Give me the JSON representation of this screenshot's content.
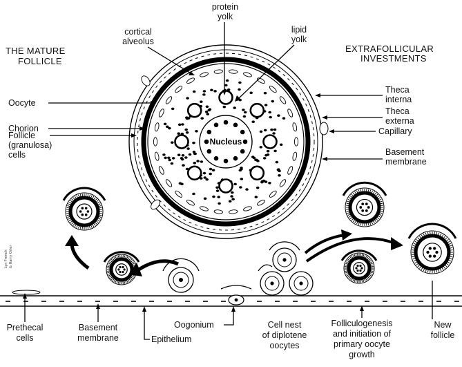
{
  "headings": {
    "mature_follicle": [
      "THE MATURE",
      "FOLLICLE"
    ],
    "extrafollicular": [
      "EXTRAFOLLICULAR",
      "INVESTMENTS"
    ]
  },
  "labels": {
    "protein_yolk": [
      "protein",
      "yolk"
    ],
    "cortical_alveolus": [
      "cortical",
      "alveolus"
    ],
    "lipid_yolk": [
      "lipid",
      "yolk"
    ],
    "oocyte": "Oocyte",
    "chorion": "Chorion",
    "follicle_cells": [
      "Follicle",
      "(granulosa)",
      "cells"
    ],
    "nucleus": "Nucleus",
    "theca_interna": [
      "Theca",
      "interna"
    ],
    "theca_externa": [
      "Theca",
      "externa"
    ],
    "capillary": "Capillary",
    "basement_membrane_right": [
      "Basement",
      "membrane"
    ],
    "prethecal_cells": [
      "Prethecal",
      "cells"
    ],
    "basement_membrane_bottom": [
      "Basement",
      "membrane"
    ],
    "epithelium": "Epithelium",
    "oogonium": "Oogonium",
    "cell_nest": [
      "Cell nest",
      "of diplotene",
      "oocytes"
    ],
    "folliculogenesis": [
      "Folliculogenesis",
      "and initiation of",
      "primary oocyte",
      "growth"
    ],
    "new_follicle": [
      "New",
      "follicle"
    ]
  },
  "credit": [
    "Lyn French",
    "& Harry Orler"
  ]
}
